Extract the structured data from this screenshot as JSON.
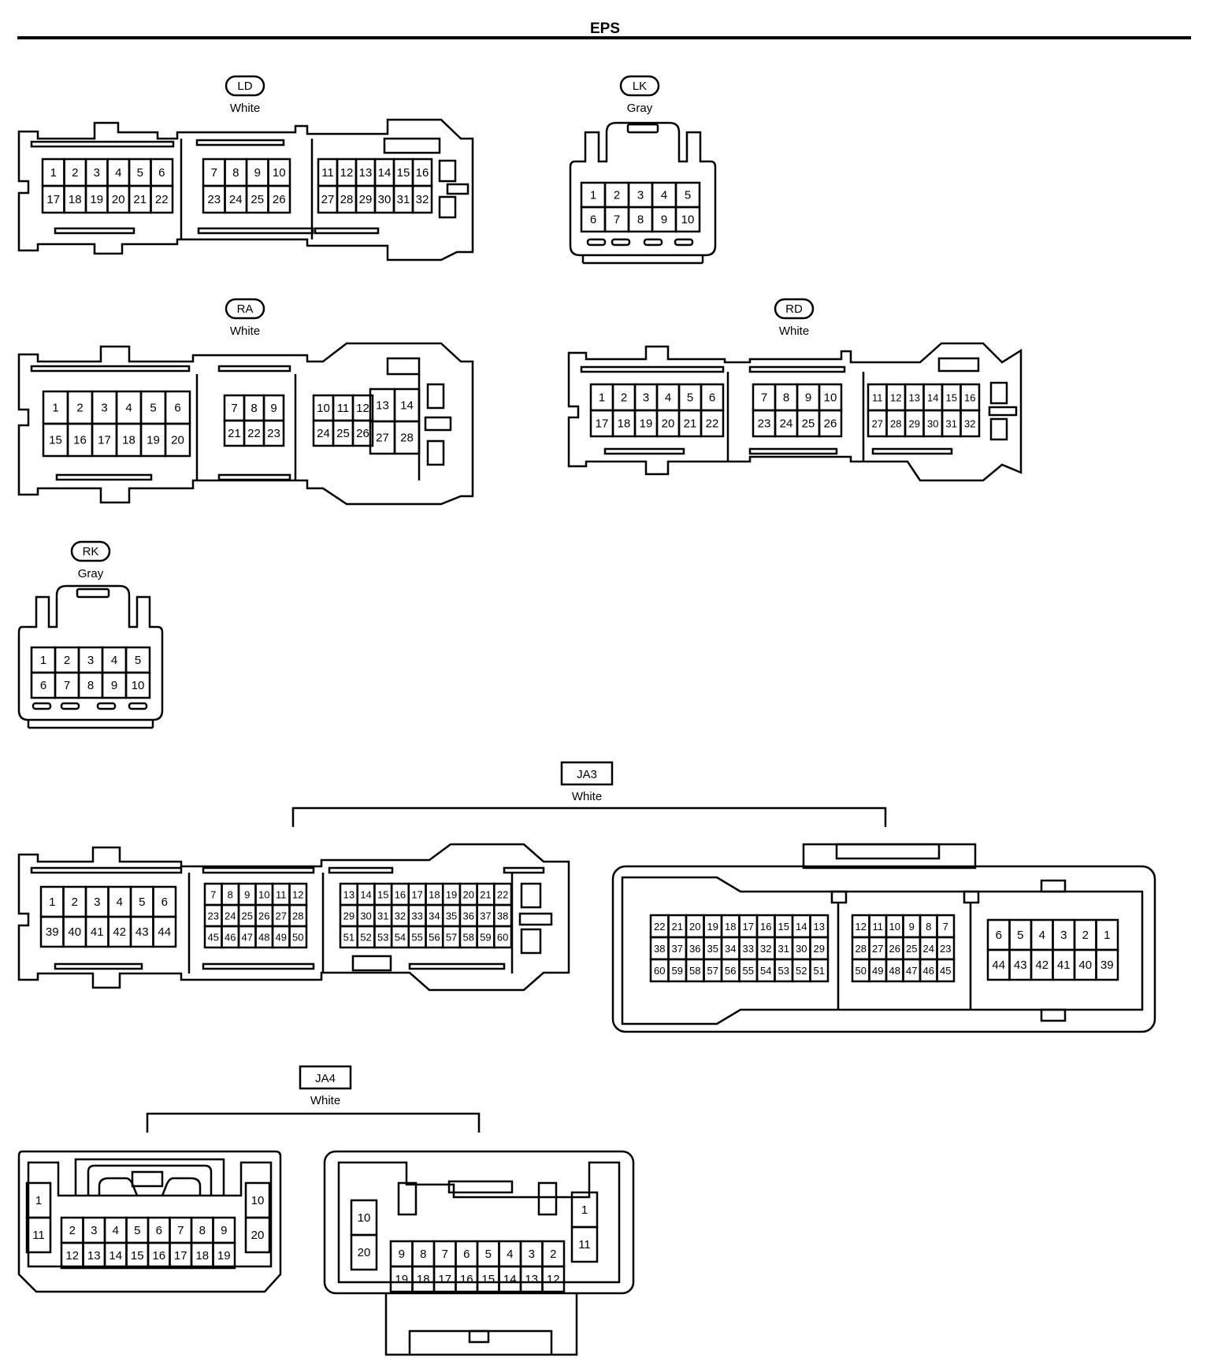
{
  "title": "EPS",
  "connectors": {
    "LD": {
      "code": "LD",
      "color": "White",
      "groups": [
        {
          "rows": [
            [
              "1",
              "2",
              "3",
              "4",
              "5",
              "6"
            ],
            [
              "17",
              "18",
              "19",
              "20",
              "21",
              "22"
            ]
          ]
        },
        {
          "rows": [
            [
              "7",
              "8",
              "9",
              "10"
            ],
            [
              "23",
              "24",
              "25",
              "26"
            ]
          ]
        },
        {
          "rows": [
            [
              "11",
              "12",
              "13",
              "14",
              "15",
              "16"
            ],
            [
              "27",
              "28",
              "29",
              "30",
              "31",
              "32"
            ]
          ]
        }
      ]
    },
    "LK": {
      "code": "LK",
      "color": "Gray",
      "groups": [
        {
          "rows": [
            [
              "1",
              "2",
              "3",
              "4",
              "5"
            ],
            [
              "6",
              "7",
              "8",
              "9",
              "10"
            ]
          ]
        }
      ]
    },
    "RA": {
      "code": "RA",
      "color": "White",
      "groups": [
        {
          "rows": [
            [
              "1",
              "2",
              "3",
              "4",
              "5",
              "6"
            ],
            [
              "15",
              "16",
              "17",
              "18",
              "19",
              "20"
            ]
          ]
        },
        {
          "rows": [
            [
              "7",
              "8",
              "9"
            ],
            [
              "21",
              "22",
              "23"
            ]
          ]
        },
        {
          "rows": [
            [
              "10",
              "11",
              "12"
            ],
            [
              "24",
              "25",
              "26"
            ]
          ]
        },
        {
          "rows": [
            [
              "13",
              "14"
            ],
            [
              "27",
              "28"
            ]
          ]
        }
      ]
    },
    "RD": {
      "code": "RD",
      "color": "White",
      "groups": [
        {
          "rows": [
            [
              "1",
              "2",
              "3",
              "4",
              "5",
              "6"
            ],
            [
              "17",
              "18",
              "19",
              "20",
              "21",
              "22"
            ]
          ]
        },
        {
          "rows": [
            [
              "7",
              "8",
              "9",
              "10"
            ],
            [
              "23",
              "24",
              "25",
              "26"
            ]
          ]
        },
        {
          "rows": [
            [
              "11",
              "12",
              "13",
              "14",
              "15",
              "16"
            ],
            [
              "27",
              "28",
              "29",
              "30",
              "31",
              "32"
            ]
          ]
        }
      ]
    },
    "RK": {
      "code": "RK",
      "color": "Gray",
      "groups": [
        {
          "rows": [
            [
              "1",
              "2",
              "3",
              "4",
              "5"
            ],
            [
              "6",
              "7",
              "8",
              "9",
              "10"
            ]
          ]
        }
      ]
    },
    "JA3": {
      "code": "JA3",
      "color": "White",
      "left": {
        "groups": [
          {
            "rows": [
              [
                "1",
                "2",
                "3",
                "4",
                "5",
                "6"
              ],
              [
                "39",
                "40",
                "41",
                "42",
                "43",
                "44"
              ]
            ]
          },
          {
            "rows": [
              [
                "7",
                "8",
                "9",
                "10",
                "11",
                "12"
              ],
              [
                "23",
                "24",
                "25",
                "26",
                "27",
                "28"
              ],
              [
                "45",
                "46",
                "47",
                "48",
                "49",
                "50"
              ]
            ]
          },
          {
            "rows": [
              [
                "13",
                "14",
                "15",
                "16",
                "17",
                "18",
                "19",
                "20",
                "21",
                "22"
              ],
              [
                "29",
                "30",
                "31",
                "32",
                "33",
                "34",
                "35",
                "36",
                "37",
                "38"
              ],
              [
                "51",
                "52",
                "53",
                "54",
                "55",
                "56",
                "57",
                "58",
                "59",
                "60"
              ]
            ]
          }
        ]
      },
      "right": {
        "groups": [
          {
            "rows": [
              [
                "22",
                "21",
                "20",
                "19",
                "18",
                "17",
                "16",
                "15",
                "14",
                "13"
              ],
              [
                "38",
                "37",
                "36",
                "35",
                "34",
                "33",
                "32",
                "31",
                "30",
                "29"
              ],
              [
                "60",
                "59",
                "58",
                "57",
                "56",
                "55",
                "54",
                "53",
                "52",
                "51"
              ]
            ]
          },
          {
            "rows": [
              [
                "12",
                "11",
                "10",
                "9",
                "8",
                "7"
              ],
              [
                "28",
                "27",
                "26",
                "25",
                "24",
                "23"
              ],
              [
                "50",
                "49",
                "48",
                "47",
                "46",
                "45"
              ]
            ]
          },
          {
            "rows": [
              [
                "6",
                "5",
                "4",
                "3",
                "2",
                "1"
              ],
              [
                "44",
                "43",
                "42",
                "41",
                "40",
                "39"
              ]
            ]
          }
        ]
      }
    },
    "JA4": {
      "code": "JA4",
      "color": "White",
      "left": {
        "groups": [
          {
            "rows": [
              [
                "1"
              ],
              [
                "11"
              ]
            ]
          },
          {
            "rows": [
              [
                "2",
                "3",
                "4",
                "5",
                "6",
                "7",
                "8",
                "9"
              ],
              [
                "12",
                "13",
                "14",
                "15",
                "16",
                "17",
                "18",
                "19"
              ]
            ]
          },
          {
            "rows": [
              [
                "10"
              ],
              [
                "20"
              ]
            ]
          }
        ]
      },
      "right": {
        "groups": [
          {
            "rows": [
              [
                "10"
              ],
              [
                "20"
              ]
            ]
          },
          {
            "rows": [
              [
                "9",
                "8",
                "7",
                "6",
                "5",
                "4",
                "3",
                "2"
              ],
              [
                "19",
                "18",
                "17",
                "16",
                "15",
                "14",
                "13",
                "12"
              ]
            ]
          },
          {
            "rows": [
              [
                "1"
              ],
              [
                "11"
              ]
            ]
          }
        ]
      }
    }
  }
}
